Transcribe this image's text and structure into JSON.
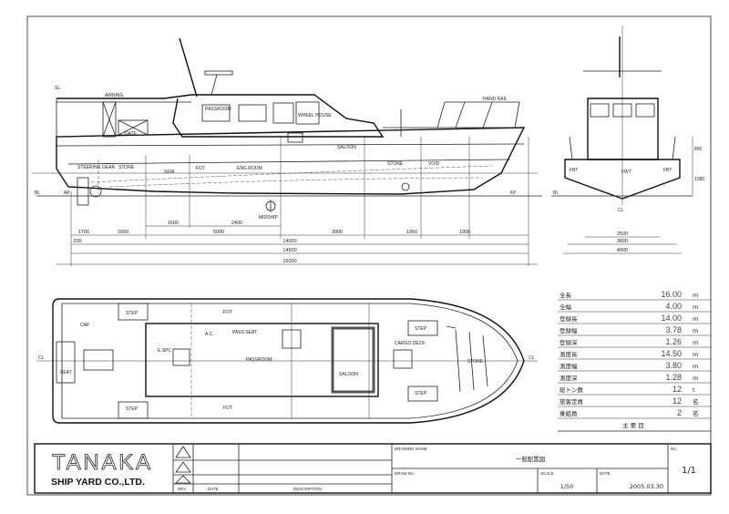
{
  "side_view": {
    "labels": {
      "sl_aft": "SL",
      "awning": "AWNING",
      "passroom": "PASSROOM",
      "wheelhouse": "WHEEL HOUSE",
      "saloon": "SALOON",
      "hand_rail": "HAND RAIL",
      "date": "DATE",
      "steering": "STEERING GEAR",
      "store_aft": "STORE",
      "sew": "SEW",
      "fot": "FOT",
      "eng_room": "ENG ROOM",
      "store_fwd": "STORE",
      "void": "VOID",
      "midship": "MIDSHIP",
      "bl": "BL",
      "ap": "AP",
      "fp": "FP"
    },
    "dims": {
      "d1": "1700",
      "d2": "1650",
      "d3": "5000",
      "d4": "3000",
      "d5": "1950",
      "d6": "1900",
      "d7": "1600",
      "d8": "2400",
      "d9": "200",
      "lpp": "14000",
      "lwl": "14500",
      "loa": "16000"
    }
  },
  "front_view": {
    "labels": {
      "fbt_p": "FBT",
      "fwt": "FWT",
      "fbt_s": "FBT",
      "cl": "CL",
      "bl": "BL"
    },
    "dims": {
      "w1": "2500",
      "w2": "3800",
      "w3": "4000",
      "h1": "800",
      "h2": "1280"
    }
  },
  "plan_view": {
    "labels": {
      "step_1": "STEP",
      "step_2": "STEP",
      "step_3": "STEP",
      "step_4": "STEP",
      "fot_1": "FOT",
      "fot_2": "FOT",
      "seat": "SEAT",
      "ac": "A.C.",
      "pass_seat": "PASS SEAT",
      "passroom": "PASSROOM",
      "e_spc": "E.SPC",
      "saloon": "SALOON",
      "cargo_deck": "CARGO DECK",
      "cl_aft": "CL",
      "cl_fwd": "CL",
      "cap": "CAP",
      "store": "STORE"
    }
  },
  "particulars": {
    "title": "主 要 目",
    "rows": [
      {
        "label": "全長",
        "value": "16.00",
        "unit": "m"
      },
      {
        "label": "全幅",
        "value": "4.00",
        "unit": "m"
      },
      {
        "label": "登録長",
        "value": "14.00",
        "unit": "m"
      },
      {
        "label": "登録幅",
        "value": "3.78",
        "unit": "m"
      },
      {
        "label": "登録深",
        "value": "1.26",
        "unit": "m"
      },
      {
        "label": "測度長",
        "value": "14.50",
        "unit": "m"
      },
      {
        "label": "測度幅",
        "value": "3.80",
        "unit": "m"
      },
      {
        "label": "測度深",
        "value": "1.28",
        "unit": "m"
      },
      {
        "label": "総トン数",
        "value": "12",
        "unit": "t"
      },
      {
        "label": "旅客定員",
        "value": "12",
        "unit": "名"
      },
      {
        "label": "乗組員",
        "value": "2",
        "unit": "名"
      }
    ]
  },
  "title_block": {
    "company_logo": "TANAKA",
    "company_sub": "SHIP YARD CO.,LTD.",
    "rev_label": "REV",
    "date_label": "DATE",
    "description_label": "DESCRIPTION",
    "drawing_name_label": "DRAWING NAME",
    "drawing_name": "一般配置図",
    "drawn_no_label": "DRAW No.",
    "scale_label": "SCALE",
    "scale": "1/50",
    "date_field_label": "DATE",
    "date": "2005.03.30",
    "no_label": "No.",
    "sheet": "1/1"
  }
}
